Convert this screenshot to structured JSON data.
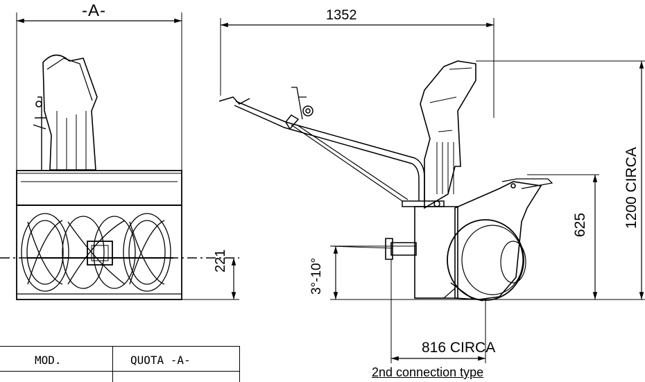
{
  "dimensions": {
    "width_a": "-A-",
    "overall_length": "1352",
    "axis_height": "221",
    "chute_height": "625",
    "total_height": "1200 CIRCA",
    "tilt_angle": "3°-10°",
    "wheel_offset": "816 CIRCA"
  },
  "caption": "2nd connection type",
  "table": {
    "headers": [
      "MOD.",
      "QUOTA -A-"
    ]
  }
}
